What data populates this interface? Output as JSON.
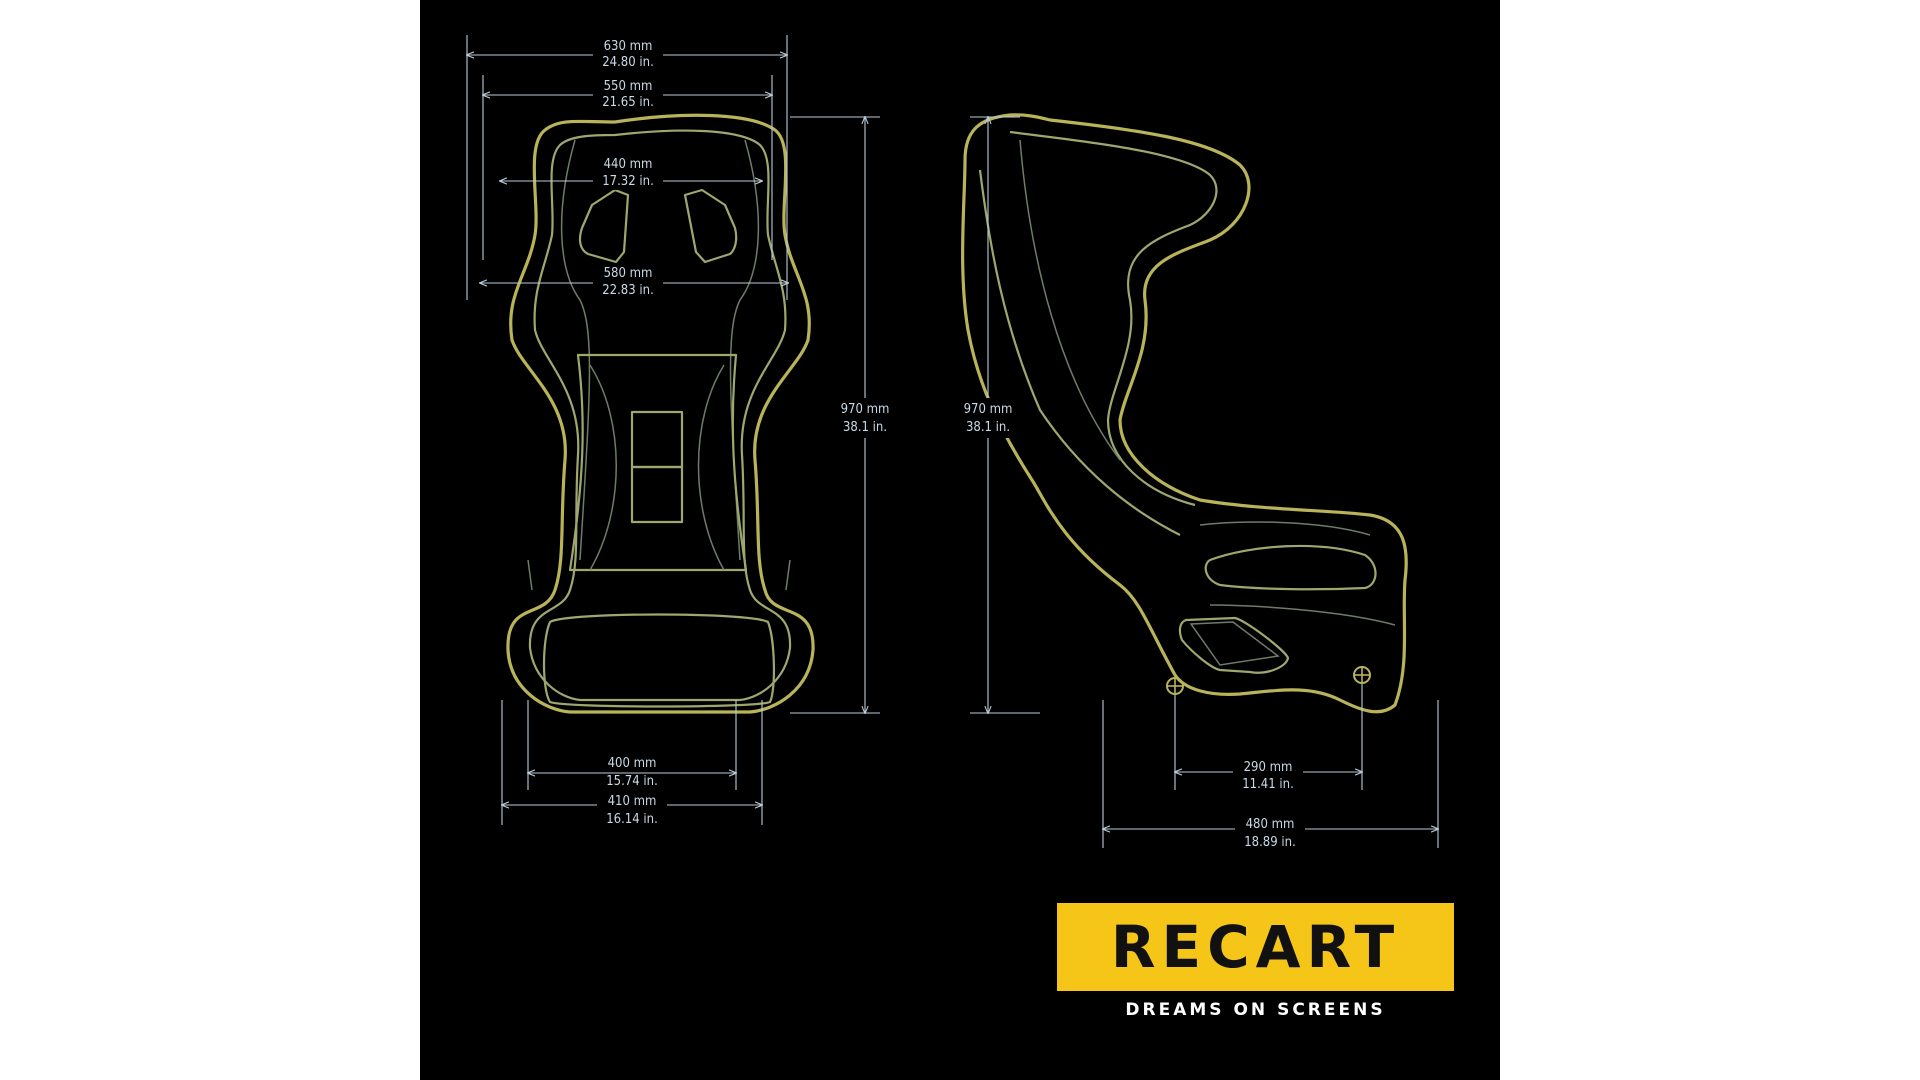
{
  "dimensions": {
    "front_top_width": {
      "mm": "630 mm",
      "in": "24.80 in."
    },
    "front_head_width": {
      "mm": "550 mm",
      "in": "21.65 in."
    },
    "front_harness_width": {
      "mm": "440 mm",
      "in": "17.32 in."
    },
    "front_shoulder_width": {
      "mm": "580 mm",
      "in": "22.83 in."
    },
    "front_height": {
      "mm": "970 mm",
      "in": "38.1 in."
    },
    "side_height": {
      "mm": "970 mm",
      "in": "38.1 in."
    },
    "front_inner_base": {
      "mm": "400 mm",
      "in": "15.74 in."
    },
    "front_outer_base": {
      "mm": "410 mm",
      "in": "16.14 in."
    },
    "side_mount_spacing": {
      "mm": "290 mm",
      "in": "11.41 in."
    },
    "side_depth": {
      "mm": "480 mm",
      "in": "18.89 in."
    }
  },
  "logo": {
    "text": "RECART",
    "tagline": "DREAMS ON SCREENS",
    "color": "#f5c518"
  },
  "colors": {
    "background": "#000000",
    "outline": "#b9b35a",
    "dimension": "#b9cbd9"
  }
}
